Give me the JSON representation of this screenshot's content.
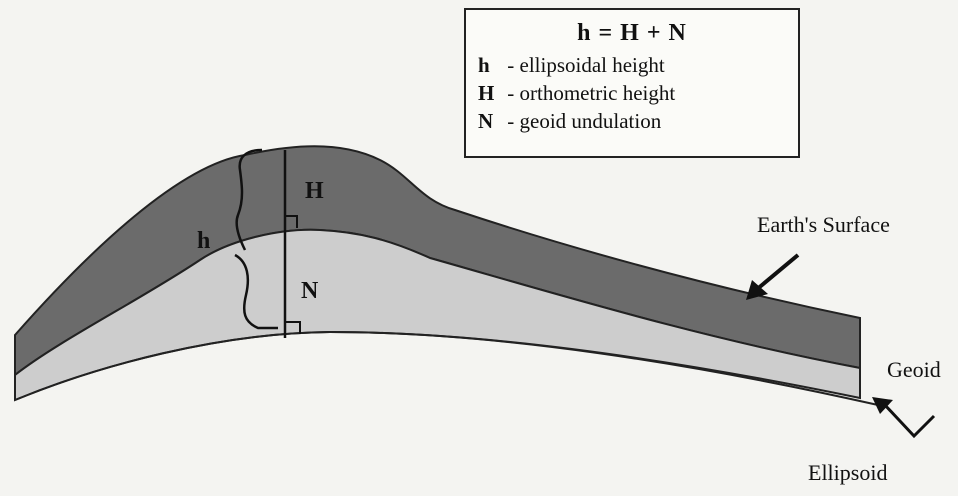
{
  "legend": {
    "formula": "h = H + N",
    "items": [
      {
        "symbol": "h",
        "text": "- ellipsoidal height"
      },
      {
        "symbol": "H",
        "text": "- orthometric height"
      },
      {
        "symbol": "N",
        "text": "- geoid undulation"
      }
    ]
  },
  "labels": {
    "h": "h",
    "H": "H",
    "N": "N",
    "earth_surface": "Earth's Surface",
    "geoid": "Geoid",
    "ellipsoid": "Ellipsoid"
  },
  "colors": {
    "background": "#f4f4f1",
    "earth_layer": "#6b6b6b",
    "geoid_layer": "#cdcdcd",
    "ink": "#111111"
  }
}
